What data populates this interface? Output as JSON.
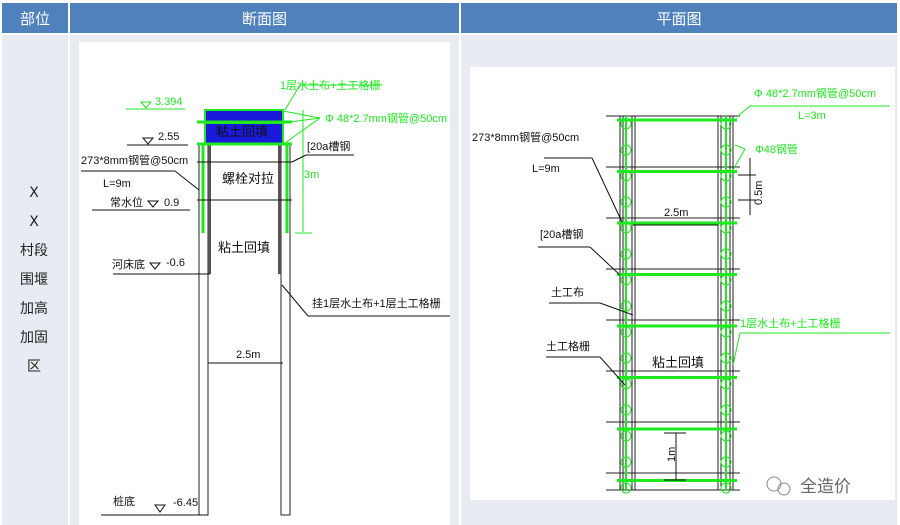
{
  "header": {
    "col1": "部位",
    "col2": "断面图",
    "col3": "平面图"
  },
  "location": [
    "X",
    "X",
    "村段",
    "围堰",
    "加高",
    "加固",
    "区"
  ],
  "section": {
    "label_geo_top": "1层水土布+土工格栅",
    "elev_top": "3.394",
    "pipe_small": "Φ 48*2.7mm钢管@50cm",
    "fill_top": "粘土回填",
    "elev_255": "2.55",
    "channel": "[20a槽钢",
    "pipe_large": "273*8mm钢管@50cm",
    "length": "L=9m",
    "bolt": "螺栓对拉",
    "dim_3m": "3m",
    "water_level": "常水位",
    "elev_water": "0.9",
    "fill_main": "粘土回填",
    "riverbed": "河床底",
    "elev_riverbed": "-0.6",
    "hang_label": "挂1层水土布+1层土工格栅",
    "width": "2.5m",
    "pile_bottom": "桩底",
    "elev_bottom": "-6.45"
  },
  "plan": {
    "pipe_small": "Φ 48*2.7mm钢管@50cm",
    "pipe_small_len": "L=3m",
    "pipe_large": "273*8mm钢管@50cm",
    "pipe_large_len": "L=9m",
    "phi48": "Φ48钢管",
    "spacing": "0.5m",
    "width": "2.5m",
    "channel": "[20a槽钢",
    "geotextile": "土工布",
    "geo_label": "1层水土布+土工格栅",
    "geogrid": "土工格栅",
    "fill": "粘土回填",
    "spacing_1m": "1m",
    "watermark": "全造价"
  },
  "colors": {
    "header": "#4f81bd",
    "green": "#1ee81e",
    "blue": "#1a1adc",
    "cell": "#e8ecf2"
  }
}
